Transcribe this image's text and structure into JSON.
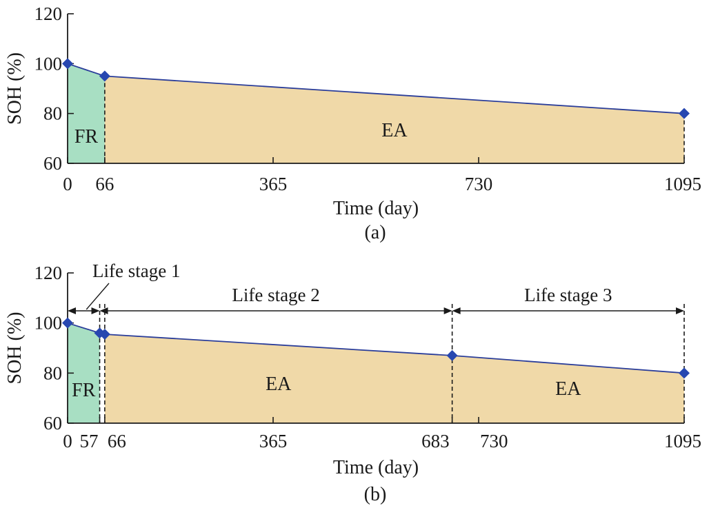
{
  "colors": {
    "fr_fill": "#a8dfc3",
    "ea_fill": "#f0d9a8",
    "line": "#2a3d9a",
    "marker": "#2747b0",
    "axis": "#1a1a1a"
  },
  "chart_data": [
    {
      "type": "area",
      "panel": "(a)",
      "xlabel": "Time (day)",
      "ylabel": "SOH (%)",
      "ylim": [
        60,
        120
      ],
      "yticks": [
        60,
        80,
        100,
        120
      ],
      "xlim": [
        0,
        1095
      ],
      "xticks": [
        0,
        66,
        365,
        730,
        1095
      ],
      "x": [
        0,
        66,
        1095
      ],
      "y": [
        100,
        95,
        80
      ],
      "markers": [
        {
          "x": 0,
          "y": 100
        },
        {
          "x": 66,
          "y": 95
        },
        {
          "x": 1095,
          "y": 80
        }
      ],
      "regions": [
        {
          "label": "FR",
          "x_start": 0,
          "x_end": 66,
          "color": "fr_fill"
        },
        {
          "label": "EA",
          "x_start": 66,
          "x_end": 1095,
          "color": "ea_fill"
        }
      ],
      "vlines": [
        66,
        1095
      ],
      "grid": false
    },
    {
      "type": "area",
      "panel": "(b)",
      "xlabel": "Time (day)",
      "ylabel": "SOH (%)",
      "ylim": [
        60,
        120
      ],
      "yticks": [
        60,
        80,
        100,
        120
      ],
      "xlim": [
        0,
        1095
      ],
      "xticks": [
        0,
        57,
        66,
        365,
        683,
        730,
        1095
      ],
      "x": [
        0,
        57,
        66,
        683,
        1095
      ],
      "y": [
        100,
        96,
        95.5,
        87,
        80
      ],
      "markers": [
        {
          "x": 0,
          "y": 100
        },
        {
          "x": 57,
          "y": 96
        },
        {
          "x": 66,
          "y": 95.5
        },
        {
          "x": 683,
          "y": 87
        },
        {
          "x": 1095,
          "y": 80
        }
      ],
      "regions": [
        {
          "label": "FR",
          "x_start": 0,
          "x_end": 57,
          "color": "fr_fill"
        },
        {
          "label": "EA",
          "x_start": 66,
          "x_end": 683,
          "color": "ea_fill"
        },
        {
          "label": "EA",
          "x_start": 683,
          "x_end": 1095,
          "color": "ea_fill"
        }
      ],
      "vlines": [
        57,
        66,
        683,
        1095
      ],
      "life_stages": [
        {
          "label": "Life stage 1",
          "x_start": 0,
          "x_end": 57
        },
        {
          "label": "Life stage 2",
          "x_start": 57,
          "x_end": 683
        },
        {
          "label": "Life stage 3",
          "x_start": 683,
          "x_end": 1095
        }
      ],
      "grid": false
    }
  ]
}
